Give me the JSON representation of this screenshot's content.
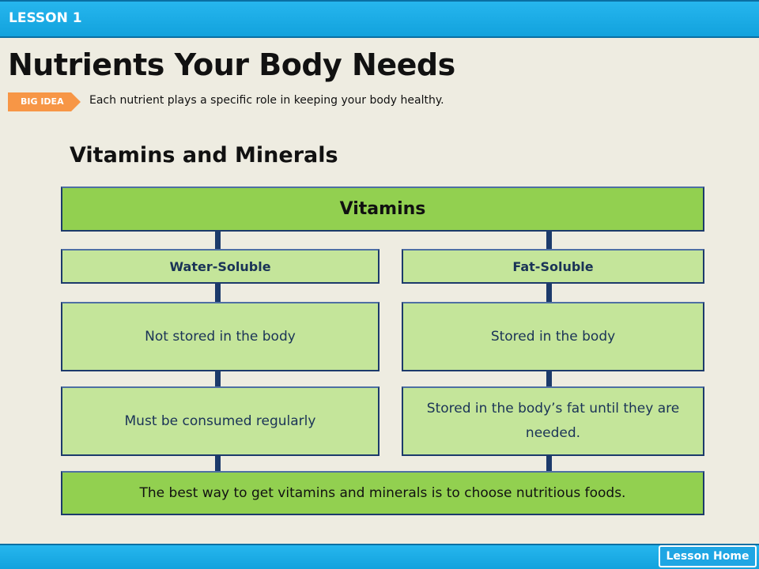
{
  "header": {
    "lesson_label": "LESSON 1"
  },
  "page_title": "Nutrients Your Body Needs",
  "big_idea": {
    "badge": "BIG IDEA",
    "text": "Each nutrient plays a specific role in keeping your body healthy."
  },
  "section_title": "Vitamins and Minerals",
  "diagram": {
    "root": "Vitamins",
    "left": {
      "heading": "Water-Soluble",
      "items": [
        "Not stored in the body",
        "Must be consumed regularly"
      ]
    },
    "right": {
      "heading": "Fat-Soluble",
      "items": [
        "Stored in the body",
        "Stored in the body’s fat until they are needed."
      ]
    },
    "conclusion": "The best way to get vitamins and minerals is to choose nutritious foods."
  },
  "footer": {
    "lesson_home_label": "Lesson Home"
  },
  "colors": {
    "top_bar": "#12a2dd",
    "badge": "#f79646",
    "box_dark": "#92d050",
    "box_light": "#c4e59a",
    "box_border": "#1c3a6b",
    "background": "#eeece1"
  }
}
